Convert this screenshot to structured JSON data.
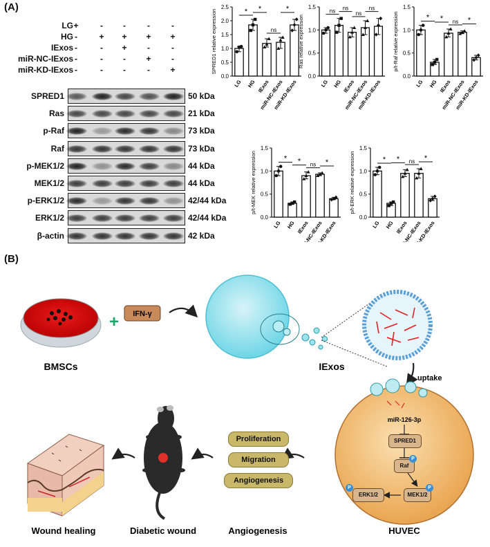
{
  "panel_a_label": "(A)",
  "panel_b_label": "(B)",
  "treatments": [
    {
      "label": "LG",
      "signs": [
        "+",
        "-",
        "-",
        "-",
        "-"
      ]
    },
    {
      "label": "HG",
      "signs": [
        "-",
        "+",
        "+",
        "+",
        "+"
      ]
    },
    {
      "label": "IExos",
      "signs": [
        "-",
        "-",
        "+",
        "-",
        "-"
      ]
    },
    {
      "label": "miR-NC-IExos",
      "signs": [
        "-",
        "-",
        "-",
        "+",
        "-"
      ]
    },
    {
      "label": "miR-KD-IExos",
      "signs": [
        "-",
        "-",
        "-",
        "-",
        "+"
      ]
    }
  ],
  "blots": [
    {
      "name": "SPRED1",
      "kda": "50 kDa",
      "intensity": [
        0.7,
        1.0,
        0.8,
        0.75,
        1.0
      ]
    },
    {
      "name": "Ras",
      "kda": "21 kDa",
      "intensity": [
        0.8,
        0.8,
        0.8,
        0.8,
        0.8
      ]
    },
    {
      "name": "p-Raf",
      "kda": "73 kDa",
      "intensity": [
        1.0,
        0.35,
        0.95,
        0.9,
        0.45
      ]
    },
    {
      "name": "Raf",
      "kda": "73 kDa",
      "intensity": [
        0.9,
        0.9,
        0.9,
        0.9,
        0.9
      ]
    },
    {
      "name": "p-MEK1/2",
      "kda": "44 kDa",
      "intensity": [
        1.0,
        0.4,
        0.95,
        0.85,
        0.45
      ]
    },
    {
      "name": "MEK1/2",
      "kda": "44 kDa",
      "intensity": [
        0.85,
        0.85,
        0.85,
        0.85,
        0.85
      ]
    },
    {
      "name": "p-ERK1/2",
      "kda": "42/44 kDa",
      "intensity": [
        0.95,
        0.35,
        0.9,
        0.9,
        0.4
      ]
    },
    {
      "name": "ERK1/2",
      "kda": "42/44 kDa",
      "intensity": [
        0.85,
        0.85,
        0.85,
        0.85,
        0.85
      ]
    },
    {
      "name": "β-actin",
      "kda": "42 kDa",
      "intensity": [
        0.9,
        0.9,
        0.9,
        0.9,
        0.9
      ]
    }
  ],
  "chart_data": [
    {
      "type": "bar",
      "ylabel": "SPRED1 relative expression",
      "ylim": [
        0,
        2.5
      ],
      "yticks": [
        "0.0",
        "0.5",
        "1.0",
        "1.5",
        "2.0",
        "2.5"
      ],
      "categories": [
        "LG",
        "HG",
        "IExos",
        "miR-NC-IExos",
        "miR-KD-IExos"
      ],
      "values": [
        1.0,
        1.85,
        1.18,
        1.22,
        1.85
      ],
      "points": [
        [
          0.88,
          1.05,
          1.07
        ],
        [
          1.65,
          1.85,
          2.05
        ],
        [
          1.05,
          1.15,
          1.35
        ],
        [
          1.0,
          1.3,
          1.4
        ],
        [
          1.65,
          1.85,
          2.05
        ]
      ],
      "significance": [
        {
          "from": 0,
          "to": 1,
          "label": "*"
        },
        {
          "from": 1,
          "to": 2,
          "label": "*"
        },
        {
          "from": 2,
          "to": 3,
          "label": "ns"
        },
        {
          "from": 3,
          "to": 4,
          "label": "*"
        }
      ]
    },
    {
      "type": "bar",
      "ylabel": "Ras relative expression",
      "ylim": [
        0,
        1.5
      ],
      "yticks": [
        "0.0",
        "0.5",
        "1.0",
        "1.5"
      ],
      "categories": [
        "LG",
        "HG",
        "IExos",
        "miR-NC-IExos",
        "miR-KD-IExos"
      ],
      "values": [
        1.0,
        1.1,
        0.95,
        1.05,
        1.08
      ],
      "points": [
        [
          0.93,
          1.0,
          1.05
        ],
        [
          0.95,
          1.1,
          1.25
        ],
        [
          0.85,
          0.95,
          1.05
        ],
        [
          0.9,
          1.05,
          1.2
        ],
        [
          0.9,
          1.1,
          1.25
        ]
      ],
      "significance": [
        {
          "from": 0,
          "to": 1,
          "label": "ns"
        },
        {
          "from": 1,
          "to": 2,
          "label": "ns"
        },
        {
          "from": 2,
          "to": 3,
          "label": "ns"
        },
        {
          "from": 3,
          "to": 4,
          "label": "ns"
        }
      ]
    },
    {
      "type": "bar",
      "ylabel": "p/t-Raf relative expression",
      "ylim": [
        0,
        1.5
      ],
      "yticks": [
        "0.0",
        "0.5",
        "1.0",
        "1.5"
      ],
      "categories": [
        "LG",
        "HG",
        "IExos",
        "miR-NC-IExos",
        "miR-KD-IExos"
      ],
      "values": [
        1.0,
        0.3,
        0.93,
        0.95,
        0.4
      ],
      "points": [
        [
          0.9,
          1.0,
          1.1
        ],
        [
          0.25,
          0.3,
          0.36
        ],
        [
          0.85,
          0.93,
          1.02
        ],
        [
          0.92,
          0.95,
          0.98
        ],
        [
          0.35,
          0.4,
          0.45
        ]
      ],
      "significance": [
        {
          "from": 0,
          "to": 1,
          "label": "*"
        },
        {
          "from": 1,
          "to": 2,
          "label": "*"
        },
        {
          "from": 2,
          "to": 3,
          "label": "ns"
        },
        {
          "from": 3,
          "to": 4,
          "label": "*"
        }
      ]
    },
    {
      "type": "bar",
      "ylabel": "p/t-MEK relative expression",
      "ylim": [
        0,
        1.5
      ],
      "yticks": [
        "0.0",
        "0.5",
        "1.0",
        "1.5"
      ],
      "categories": [
        "LG",
        "HG",
        "IExos",
        "miR-NC-IExos",
        "miR-KD-IExos"
      ],
      "values": [
        1.0,
        0.3,
        0.9,
        0.93,
        0.4
      ],
      "points": [
        [
          0.9,
          1.0,
          1.1
        ],
        [
          0.28,
          0.3,
          0.33
        ],
        [
          0.83,
          0.9,
          0.98
        ],
        [
          0.9,
          0.93,
          0.96
        ],
        [
          0.38,
          0.4,
          0.43
        ]
      ],
      "significance": [
        {
          "from": 0,
          "to": 1,
          "label": "*"
        },
        {
          "from": 1,
          "to": 2,
          "label": "*"
        },
        {
          "from": 2,
          "to": 3,
          "label": "ns"
        },
        {
          "from": 3,
          "to": 4,
          "label": "*"
        }
      ]
    },
    {
      "type": "bar",
      "ylabel": "p/t-ERK relative expression",
      "ylim": [
        0,
        1.5
      ],
      "yticks": [
        "0.0",
        "0.5",
        "1.0",
        "1.5"
      ],
      "categories": [
        "LG",
        "HG",
        "IExos",
        "miR-NC-IExos",
        "miR-KD-IExos"
      ],
      "values": [
        1.0,
        0.3,
        0.95,
        0.95,
        0.4
      ],
      "points": [
        [
          0.92,
          1.0,
          1.08
        ],
        [
          0.25,
          0.3,
          0.33
        ],
        [
          0.88,
          0.95,
          1.03
        ],
        [
          0.85,
          0.95,
          1.05
        ],
        [
          0.36,
          0.4,
          0.45
        ]
      ],
      "significance": [
        {
          "from": 0,
          "to": 1,
          "label": "*"
        },
        {
          "from": 1,
          "to": 2,
          "label": "*"
        },
        {
          "from": 2,
          "to": 3,
          "label": "ns"
        },
        {
          "from": 3,
          "to": 4,
          "label": "*"
        }
      ]
    }
  ],
  "schematic": {
    "bmscs": "BMSCs",
    "ifn": "IFN-γ",
    "plus": "+",
    "iexos": "IExos",
    "uptake": "uptake",
    "mirna": "miR-126-3p",
    "spred1": "SPRED1",
    "raf": "Raf",
    "mek": "MEK1/2",
    "erk": "ERK1/2",
    "p": "P",
    "huvec": "HUVEC",
    "proliferation": "Proliferation",
    "migration": "Migration",
    "angiogenesis_pill": "Angiogenesis",
    "angiogenesis": "Angiogenesis",
    "diabetic_wound": "Diabetic wound",
    "wound_healing": "Wound healing"
  }
}
